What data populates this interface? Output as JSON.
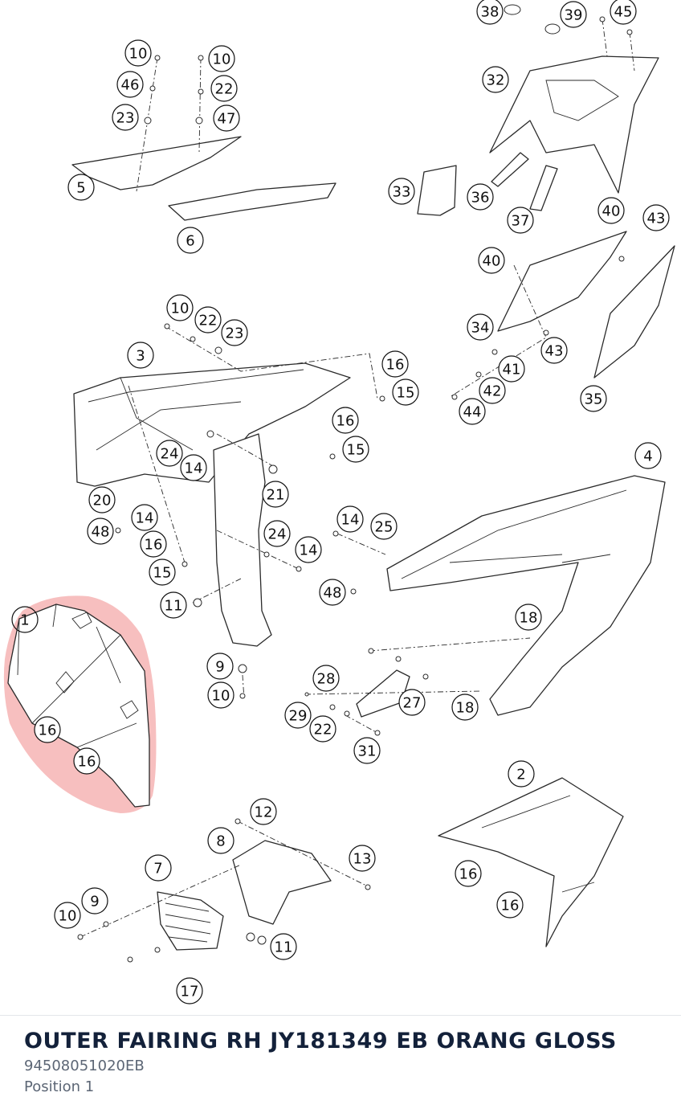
{
  "part": {
    "title": "OUTER FAIRING RH JY181349 EB ORANG GLOSS",
    "number": "94508051020EB",
    "position_label": "Position 1"
  },
  "highlight": {
    "position": "1",
    "color": "#f08a8a"
  },
  "callouts": [
    "38",
    "39",
    "45",
    "32",
    "33",
    "36",
    "37",
    "40",
    "43",
    "40",
    "34",
    "43",
    "41",
    "42",
    "44",
    "35",
    "10",
    "10",
    "46",
    "22",
    "23",
    "47",
    "5",
    "6",
    "10",
    "22",
    "23",
    "3",
    "16",
    "15",
    "16",
    "15",
    "24",
    "14",
    "21",
    "20",
    "14",
    "48",
    "16",
    "15",
    "24",
    "14",
    "11",
    "4",
    "14",
    "25",
    "48",
    "18",
    "9",
    "10",
    "28",
    "27",
    "18",
    "29",
    "22",
    "31",
    "1",
    "16",
    "16",
    "2",
    "16",
    "16",
    "12",
    "8",
    "13",
    "7",
    "9",
    "10",
    "11",
    "17"
  ]
}
